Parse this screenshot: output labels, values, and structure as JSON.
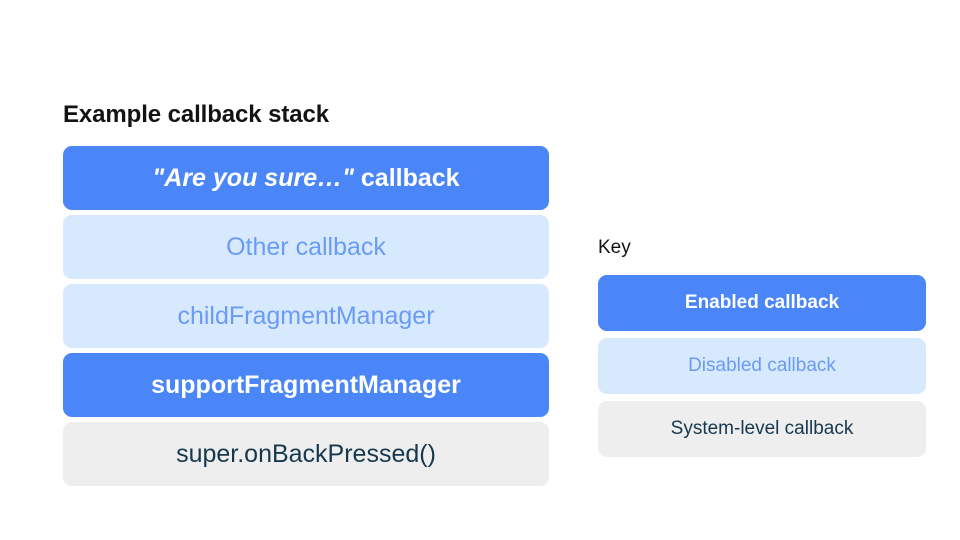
{
  "theme": {
    "background": "#ffffff",
    "enabled_fill": "#4a86f7",
    "enabled_text": "#ffffff",
    "disabled_fill": "#d6e9fd",
    "disabled_text": "#6b9bf6",
    "system_fill": "#eeeeee",
    "system_text": "#16384e",
    "heading_text": "#131313"
  },
  "stack": {
    "title": "Example callback stack",
    "items": [
      {
        "quoted": "\"Are you sure…\"",
        "label": " callback",
        "state": "enabled"
      },
      {
        "quoted": "",
        "label": "Other callback",
        "state": "disabled"
      },
      {
        "quoted": "",
        "label": "childFragmentManager",
        "state": "disabled"
      },
      {
        "quoted": "",
        "label": "supportFragmentManager",
        "state": "enabled"
      },
      {
        "quoted": "",
        "label": "super.onBackPressed()",
        "state": "system"
      }
    ]
  },
  "key": {
    "title": "Key",
    "items": [
      {
        "label": "Enabled callback",
        "state": "enabled"
      },
      {
        "label": "Disabled callback",
        "state": "disabled"
      },
      {
        "label": "System-level callback",
        "state": "system"
      }
    ]
  }
}
